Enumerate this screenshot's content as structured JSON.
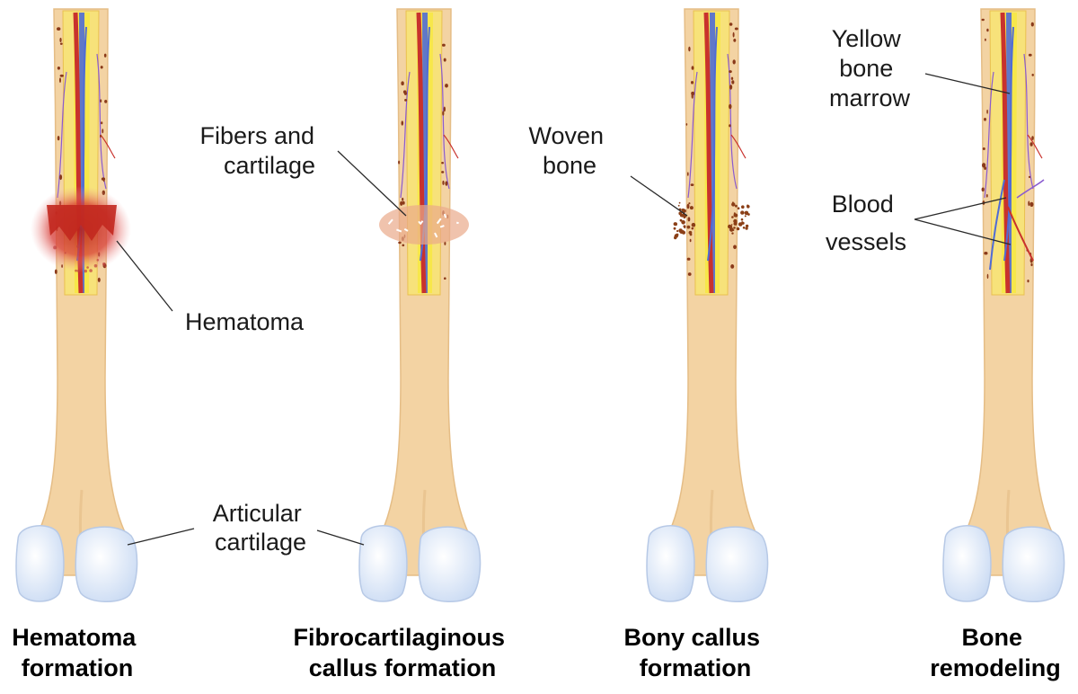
{
  "stages": [
    {
      "caption": [
        "Hematoma",
        "formation"
      ]
    },
    {
      "caption": [
        "Fibrocartilaginous",
        "callus formation"
      ]
    },
    {
      "caption": [
        "Bony callus",
        "formation"
      ]
    },
    {
      "caption": [
        "Bone",
        "remodeling"
      ]
    }
  ],
  "labels": {
    "hematoma": [
      "Hematoma"
    ],
    "fibers_cartilage": [
      "Fibers and",
      "cartilage"
    ],
    "articular_cartilage": [
      "Articular",
      "cartilage"
    ],
    "woven_bone": [
      "Woven",
      "bone"
    ],
    "yellow_marrow": [
      "Yellow",
      "bone",
      "marrow"
    ],
    "blood_vessels": [
      "Blood",
      "vessels"
    ]
  },
  "colors": {
    "bone": "#f3d3a3",
    "bone_edge": "#e5bd86",
    "cartilage": "#dde8f8",
    "marrow": "#f7e74a",
    "artery": "#c8322d",
    "vein": "#4f6bd6",
    "hematoma": "#c2281f",
    "spot": "#8a3a1a"
  }
}
